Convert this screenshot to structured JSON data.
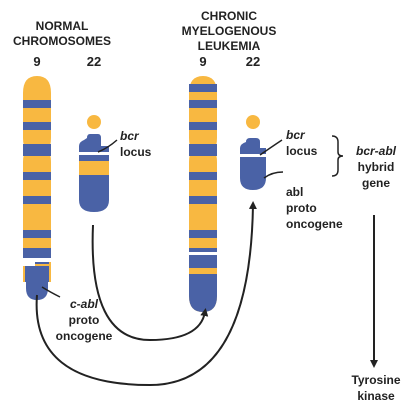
{
  "headings": {
    "normal_line1": "NORMAL",
    "normal_line2": "CHROMOSOMES",
    "cml_line1": "CHRONIC",
    "cml_line2": "MYELOGENOUS",
    "cml_line3": "LEUKEMIA"
  },
  "chromosome_numbers": {
    "normal_9": "9",
    "normal_22": "22",
    "cml_9": "9",
    "cml_22": "22"
  },
  "labels": {
    "bcr_normal_1": "bcr",
    "bcr_normal_2": "locus",
    "cabl_1": "c-abl",
    "cabl_2": "proto",
    "cabl_3": "oncogene",
    "bcr_cml_1": "bcr",
    "bcr_cml_2": "locus",
    "abl_cml_1": "abl",
    "abl_cml_2": "proto",
    "abl_cml_3": "oncogene",
    "hybrid_1": "bcr-abl",
    "hybrid_2": "hybrid",
    "hybrid_3": "gene",
    "product_1": "Tyrosine",
    "product_2": "kinase"
  },
  "colors": {
    "chromosome_blue": "#4a62a6",
    "chromosome_yellow": "#f8b841",
    "arrow": "#222222"
  }
}
